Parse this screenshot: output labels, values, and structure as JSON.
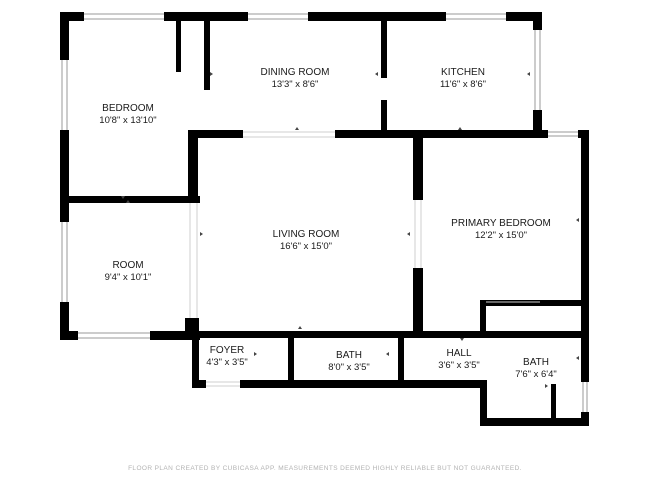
{
  "rooms": {
    "bedroom": {
      "name": "BEDROOM",
      "dims": "10'8\" x 13'10\""
    },
    "dining_room": {
      "name": "DINING ROOM",
      "dims": "13'3\" x 8'6\""
    },
    "kitchen": {
      "name": "KITCHEN",
      "dims": "11'6\" x 8'6\""
    },
    "living_room": {
      "name": "LIVING ROOM",
      "dims": "16'6\" x 15'0\""
    },
    "primary_bedroom": {
      "name": "PRIMARY BEDROOM",
      "dims": "12'2\" x 15'0\""
    },
    "room": {
      "name": "ROOM",
      "dims": "9'4\" x 10'1\""
    },
    "foyer": {
      "name": "FOYER",
      "dims": "4'3\" x 3'5\""
    },
    "bath_center": {
      "name": "BATH",
      "dims": "8'0\" x 3'5\""
    },
    "hall": {
      "name": "HALL",
      "dims": "3'6\" x 3'5\""
    },
    "bath_right": {
      "name": "BATH",
      "dims": "7'6\" x 6'4\""
    }
  },
  "footer": {
    "disclaimer": "FLOOR PLAN CREATED BY CUBICASA APP. MEASUREMENTS DEEMED HIGHLY RELIABLE BUT NOT GUARANTEED."
  },
  "colors": {
    "wall": "#000000",
    "window": "#9a9a9a",
    "text": "#1a1a1a",
    "disclaimer": "#b3b3b3"
  }
}
